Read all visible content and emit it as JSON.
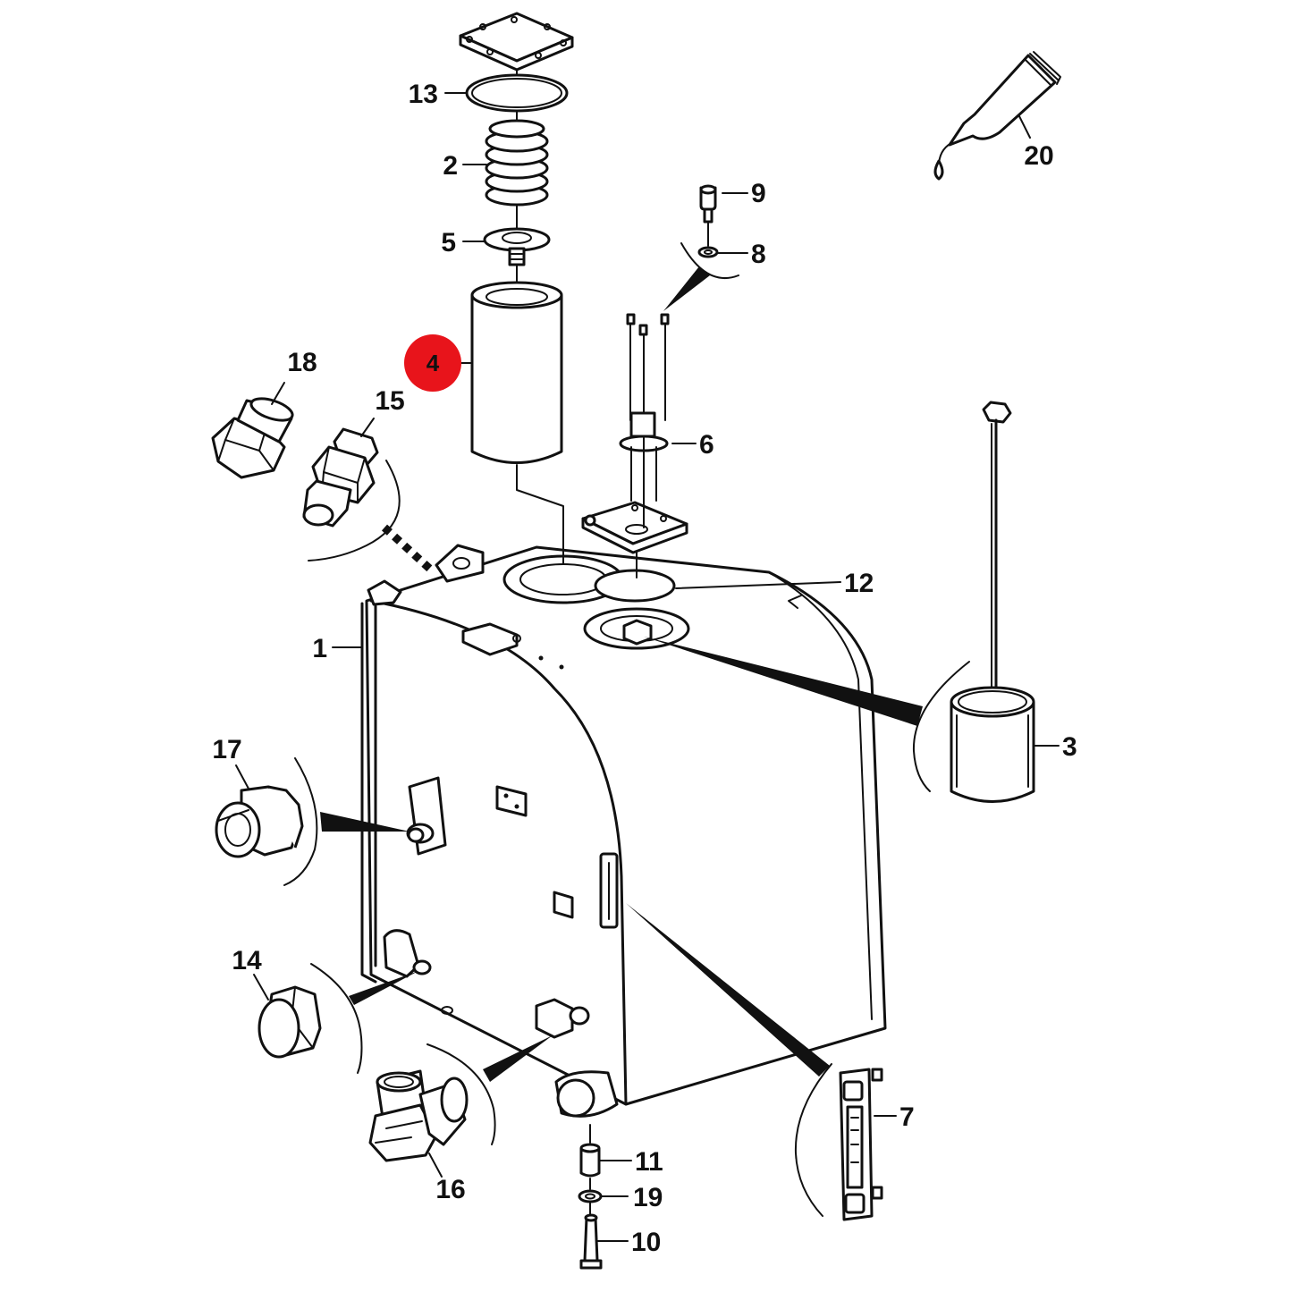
{
  "highlight": {
    "part": "4",
    "color": "#e8141b"
  },
  "labels": {
    "p1": "1",
    "p2": "2",
    "p3": "3",
    "p4": "4",
    "p5": "5",
    "p6": "6",
    "p7": "7",
    "p8": "8",
    "p9": "9",
    "p10": "10",
    "p11": "11",
    "p12": "12",
    "p13": "13",
    "p14": "14",
    "p15": "15",
    "p16": "16",
    "p17": "17",
    "p18": "18",
    "p19": "19",
    "p20": "20"
  }
}
